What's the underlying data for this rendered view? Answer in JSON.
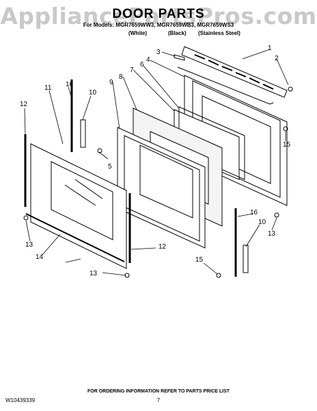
{
  "header": {
    "watermark": "AppliancePartsPros.com",
    "title": "DOOR PARTS",
    "models_line": "For Models: MGR7659WW3, MGR7659WB3, MGR7659WS3",
    "finishes": [
      "(White)",
      "(Black)",
      "(Stainless Steel)"
    ]
  },
  "callouts": [
    "1",
    "2",
    "3",
    "4",
    "5",
    "6",
    "7",
    "8",
    "9",
    "10",
    "11",
    "12",
    "13",
    "14",
    "15",
    "16"
  ],
  "footer": {
    "doc_number": "W10439339",
    "ordering_info": "FOR ORDERING INFORMATION REFER TO PARTS PRICE LIST",
    "page_number": "7"
  }
}
